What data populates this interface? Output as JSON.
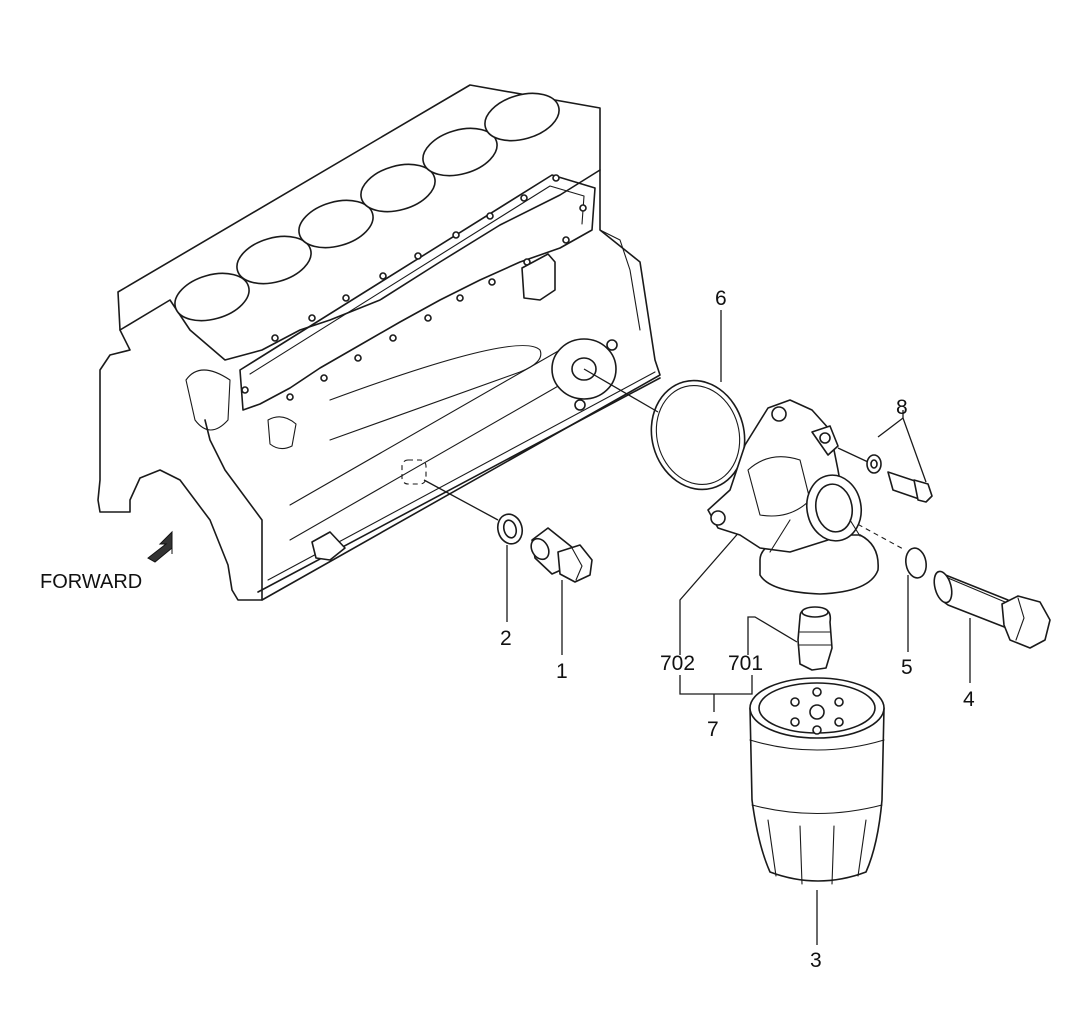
{
  "diagram": {
    "forward_label": "FORWARD",
    "callouts": {
      "c1": "1",
      "c2": "2",
      "c3": "3",
      "c4": "4",
      "c5": "5",
      "c6": "6",
      "c7": "7",
      "c8": "8",
      "c701": "701",
      "c702": "702"
    }
  }
}
